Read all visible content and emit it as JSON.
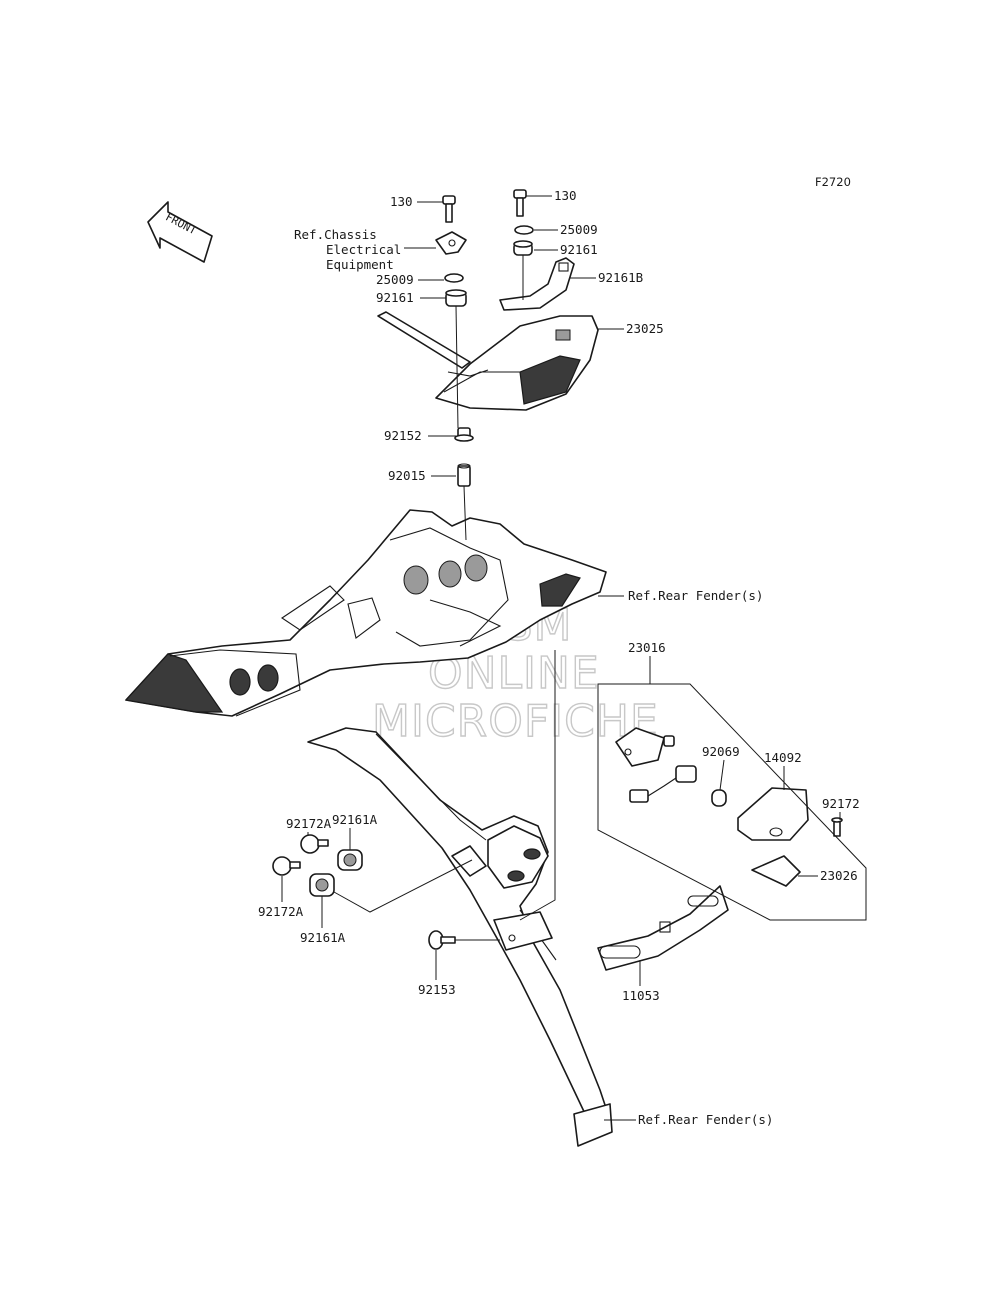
{
  "diagram_code": "F2720",
  "front_marker": "FRONT",
  "watermark": [
    "HLSM",
    "ONLINE",
    "MICROFICHE"
  ],
  "part_labels": [
    "130",
    "130",
    "25009",
    "92161",
    "92161B",
    "25009",
    "92161",
    "23025",
    "92152",
    "92015",
    "23016",
    "92069",
    "14092",
    "92172",
    "23026",
    "92172A",
    "92161A",
    "92172A",
    "92161A",
    "92153",
    "11053"
  ],
  "references": {
    "chassis": [
      "Ref.Chassis",
      "Electrical",
      "Equipment"
    ],
    "rear_fender_1": "Ref.Rear Fender(s)",
    "rear_fender_2": "Ref.Rear Fender(s)"
  }
}
